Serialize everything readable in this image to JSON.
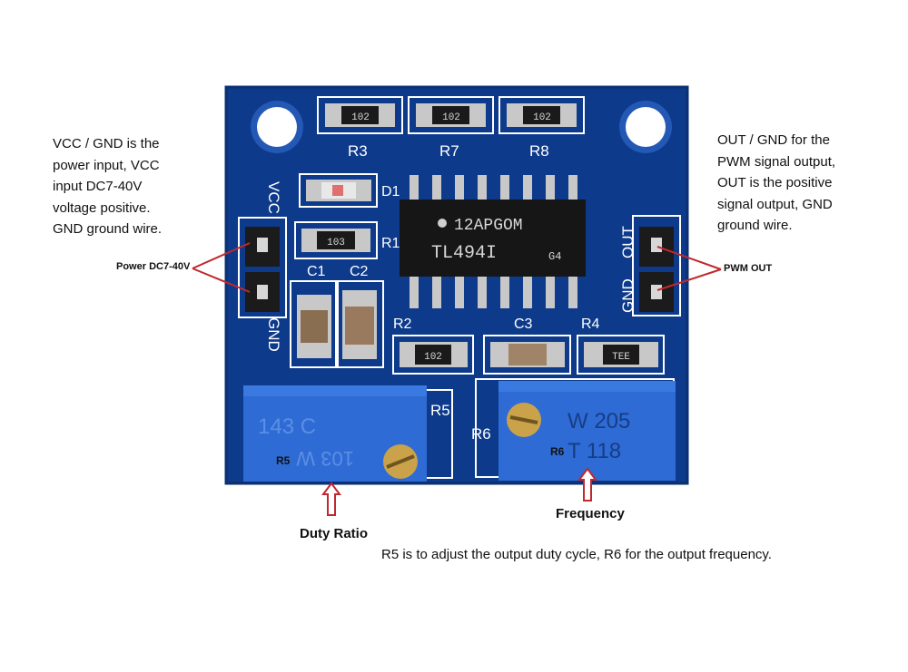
{
  "notes": {
    "left": "VCC / GND is the\npower input, VCC\ninput DC7-40V\nvoltage positive.\nGND ground wire.",
    "right": "OUT / GND for the\nPWM signal output,\nOUT is the positive\nsignal output, GND\nground wire."
  },
  "callouts": {
    "power": "Power DC7-40V",
    "pwm": "PWM OUT",
    "duty": "Duty Ratio",
    "frequency": "Frequency"
  },
  "caption": "R5 is to adjust the output duty cycle, R6 for the output frequency.",
  "board": {
    "silkscreen": {
      "r3": "R3",
      "r7": "R7",
      "r8": "R8",
      "d1": "D1",
      "r1": "R1",
      "c1": "C1",
      "c2": "C2",
      "r2": "R2",
      "c3": "C3",
      "r4": "R4",
      "r5": "R5",
      "r6": "R6",
      "vcc": "VCC",
      "gnd_left": "GND",
      "out": "OUT",
      "gnd_right": "GND"
    },
    "resistor_codes": {
      "r3": "102",
      "r7": "102",
      "r8": "102",
      "r1": "103",
      "r2": "102",
      "r4": "TEE"
    },
    "ic": {
      "line1": "12APGOM",
      "line2": "TL494I",
      "suffix": "G4"
    },
    "pot_r5": {
      "line1": "143 C",
      "line2": "103 W",
      "label": "R5"
    },
    "pot_r6": {
      "line1": "W 205",
      "line2": "T 118",
      "label": "R6"
    }
  },
  "colors": {
    "pcb": "#0d3a8a",
    "pcb_trace": "#2458b5",
    "callout_line": "#c0282d",
    "pot_body": "#2f6bd4"
  }
}
